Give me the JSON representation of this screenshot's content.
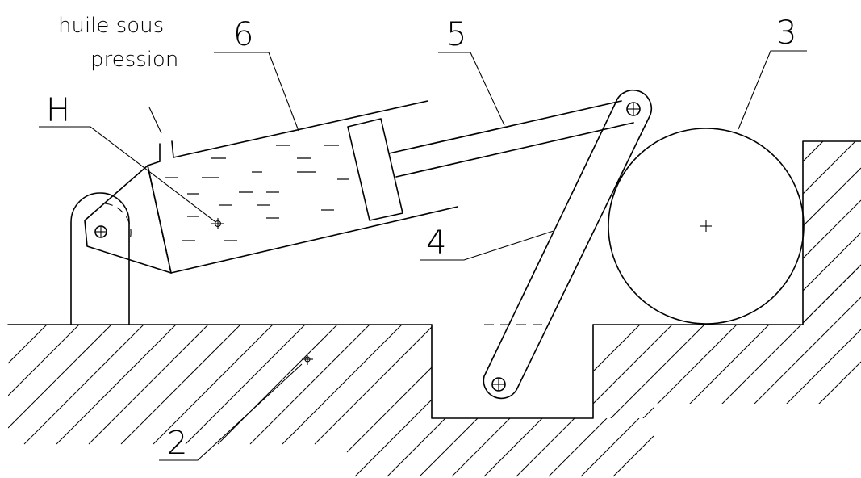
{
  "labels": {
    "oil_line1": "huile sous",
    "oil_line2": "pression",
    "part_6": "6",
    "part_5": "5",
    "part_3": "3",
    "point_H": "H",
    "part_4": "4",
    "part_2": "2"
  },
  "colors": {
    "line": "#000000",
    "background": "#ffffff"
  }
}
